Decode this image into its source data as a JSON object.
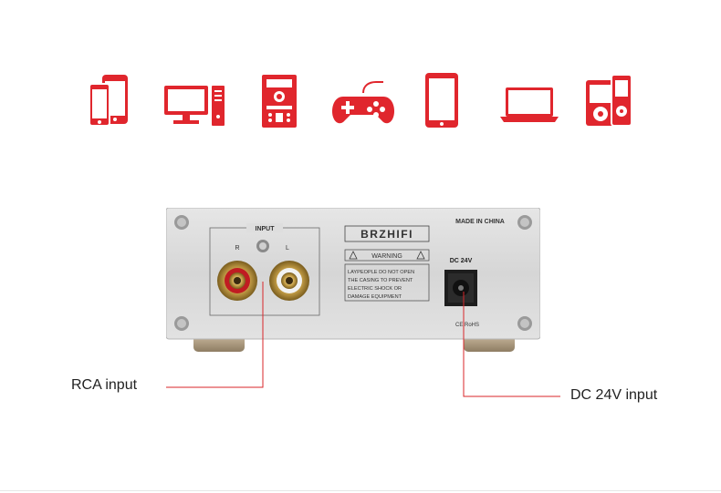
{
  "colors": {
    "accent": "#e0262d",
    "panel": "#dcdcdc",
    "line": "#d8262a"
  },
  "icons": [
    {
      "name": "phone-tablet-icon"
    },
    {
      "name": "desktop-computer-icon"
    },
    {
      "name": "hifi-system-icon"
    },
    {
      "name": "game-controller-icon"
    },
    {
      "name": "tablet-icon"
    },
    {
      "name": "laptop-icon"
    },
    {
      "name": "music-player-icon"
    }
  ],
  "panel": {
    "input_label": "INPUT",
    "right_label": "R",
    "left_label": "L",
    "brand": "BRZHIFI",
    "warning": "WARNING",
    "warning_text_1": "LAYPEOPLE DO NOT OPEN",
    "warning_text_2": "THE CASING TO PREVENT",
    "warning_text_3": "ELECTRIC SHOCK OR",
    "warning_text_4": "DAMAGE EQUIPMENT",
    "made_in": "MADE IN CHINA",
    "dc_label": "DC 24V",
    "cert": "CE RoHS"
  },
  "callouts": {
    "rca": "RCA input",
    "dc": "DC 24V input"
  }
}
